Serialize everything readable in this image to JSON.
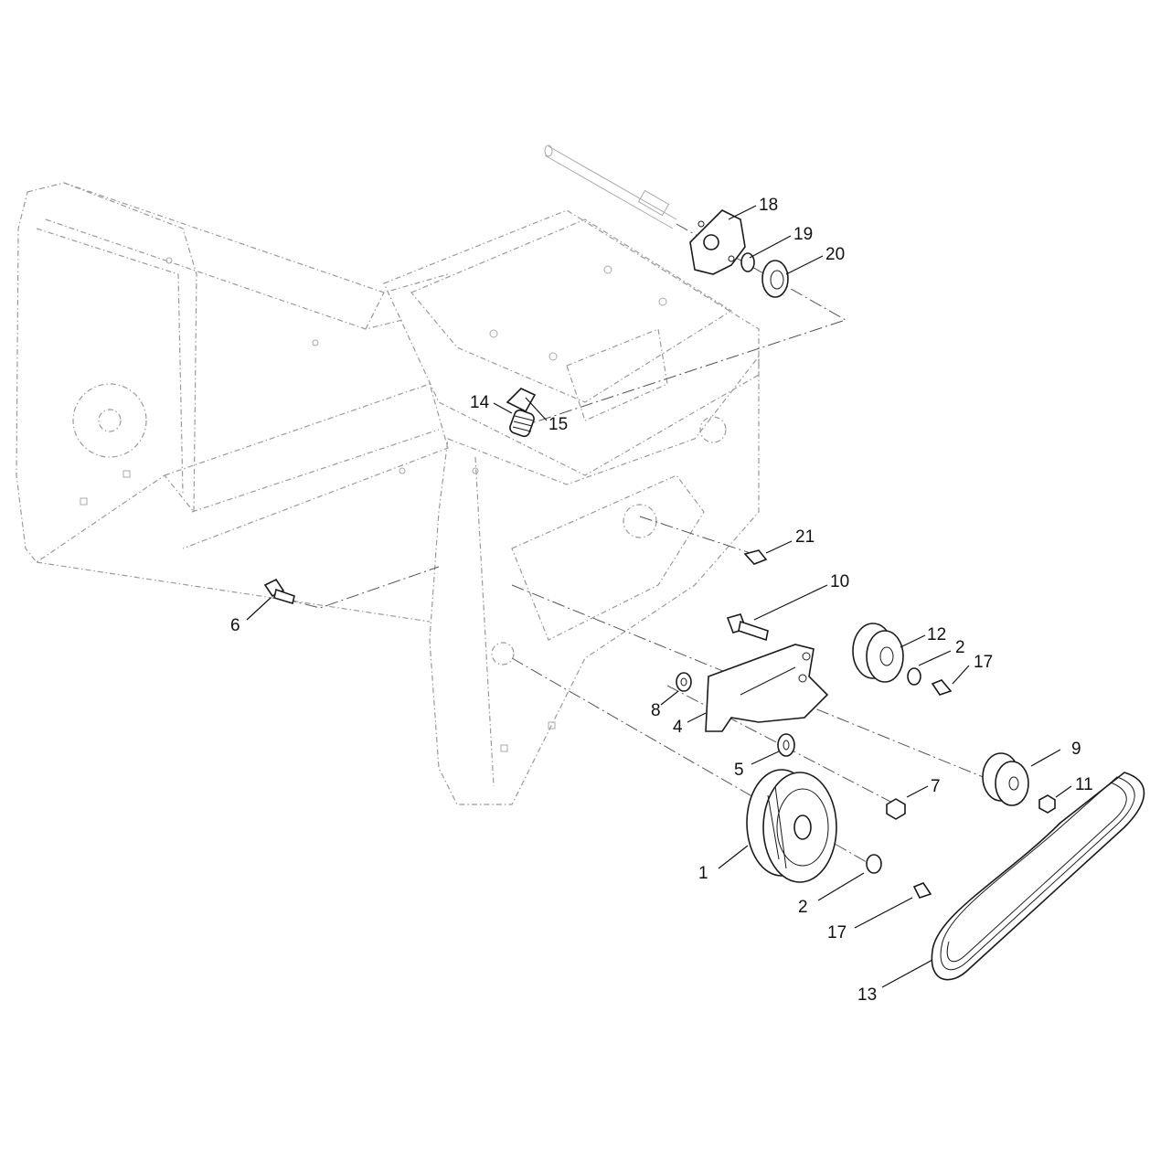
{
  "diagram": {
    "callouts": [
      {
        "id": "c18",
        "label": "18"
      },
      {
        "id": "c19",
        "label": "19"
      },
      {
        "id": "c20",
        "label": "20"
      },
      {
        "id": "c14",
        "label": "14"
      },
      {
        "id": "c15",
        "label": "15"
      },
      {
        "id": "c21",
        "label": "21"
      },
      {
        "id": "c10",
        "label": "10"
      },
      {
        "id": "c6",
        "label": "6"
      },
      {
        "id": "c12",
        "label": "12"
      },
      {
        "id": "c2a",
        "label": "2"
      },
      {
        "id": "c17a",
        "label": "17"
      },
      {
        "id": "c8",
        "label": "8"
      },
      {
        "id": "c4",
        "label": "4"
      },
      {
        "id": "c5",
        "label": "5"
      },
      {
        "id": "c9",
        "label": "9"
      },
      {
        "id": "c7",
        "label": "7"
      },
      {
        "id": "c11",
        "label": "11"
      },
      {
        "id": "c1",
        "label": "1"
      },
      {
        "id": "c2b",
        "label": "2"
      },
      {
        "id": "c17b",
        "label": "17"
      },
      {
        "id": "c13",
        "label": "13"
      }
    ]
  }
}
